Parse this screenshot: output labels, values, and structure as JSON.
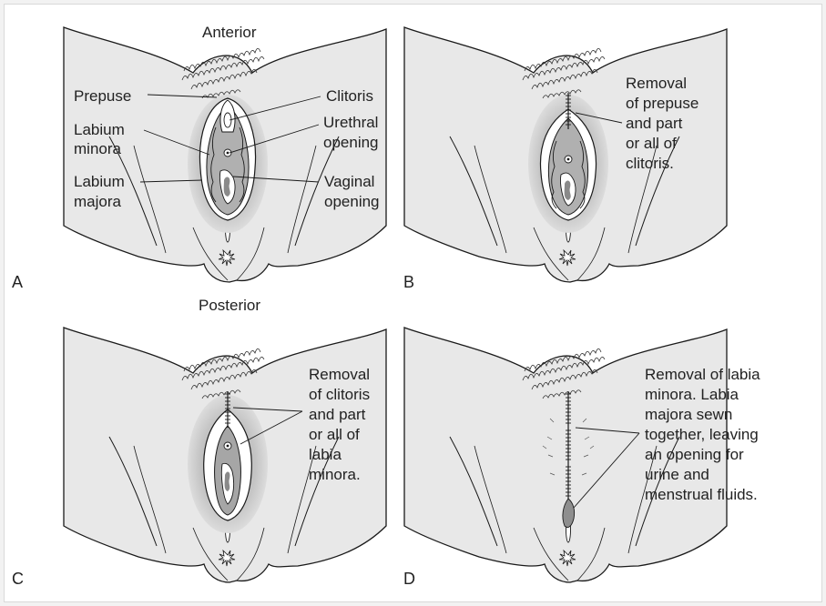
{
  "panel_a": {
    "letter": "A",
    "top_label": "Anterior",
    "bottom_label": "Posterior",
    "labels": {
      "prepuse": "Prepuse",
      "clitoris": "Clitoris",
      "labium_minora_1": "Labium",
      "labium_minora_2": "minora",
      "urethral_1": "Urethral",
      "urethral_2": "opening",
      "labium_majora_1": "Labium",
      "labium_majora_2": "majora",
      "vaginal_1": "Vaginal",
      "vaginal_2": "opening"
    }
  },
  "panel_b": {
    "letter": "B",
    "caption": [
      "Removal",
      "of prepuse",
      "and part",
      "or all of",
      "clitoris."
    ]
  },
  "panel_c": {
    "letter": "C",
    "caption": [
      "Removal",
      "of clitoris",
      "and part",
      "or all of",
      "labia",
      "minora."
    ]
  },
  "panel_d": {
    "letter": "D",
    "caption": [
      "Removal of labia",
      "minora. Labia",
      "majora sewn",
      "together, leaving",
      "an opening for",
      "urine and",
      "menstrual fluids."
    ]
  },
  "colors": {
    "skin": "#e6e6e6",
    "shade": "#bdbdbd",
    "inner": "#9a9a9a",
    "outline": "#1a1a1a"
  }
}
